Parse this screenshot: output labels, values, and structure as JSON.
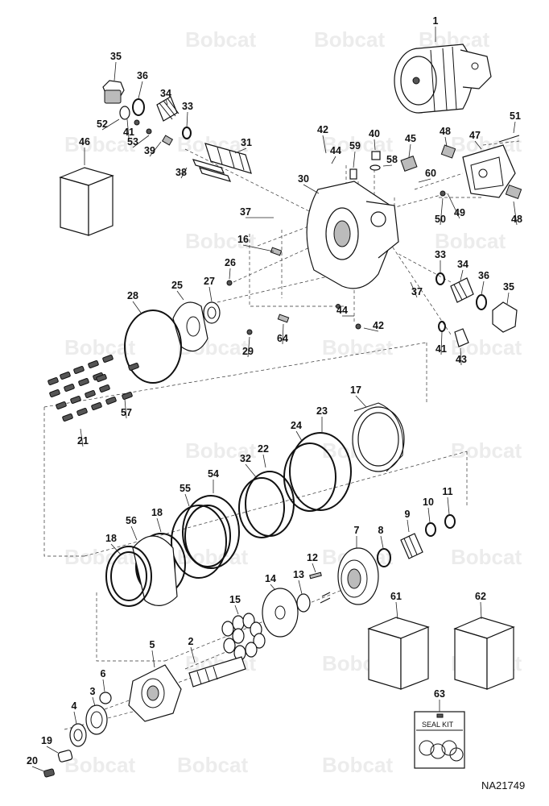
{
  "watermark": "Bobcat",
  "drawing_ref": "NA21749",
  "seal_kit_label": "SEAL KIT",
  "callouts": [
    {
      "n": "1"
    },
    {
      "n": "2"
    },
    {
      "n": "3"
    },
    {
      "n": "4"
    },
    {
      "n": "5"
    },
    {
      "n": "6"
    },
    {
      "n": "7"
    },
    {
      "n": "8"
    },
    {
      "n": "9"
    },
    {
      "n": "10"
    },
    {
      "n": "11"
    },
    {
      "n": "12"
    },
    {
      "n": "13"
    },
    {
      "n": "14"
    },
    {
      "n": "15"
    },
    {
      "n": "16"
    },
    {
      "n": "17"
    },
    {
      "n": "18"
    },
    {
      "n": "18"
    },
    {
      "n": "19"
    },
    {
      "n": "20"
    },
    {
      "n": "21"
    },
    {
      "n": "22"
    },
    {
      "n": "23"
    },
    {
      "n": "24"
    },
    {
      "n": "25"
    },
    {
      "n": "26"
    },
    {
      "n": "27"
    },
    {
      "n": "28"
    },
    {
      "n": "29"
    },
    {
      "n": "30"
    },
    {
      "n": "31"
    },
    {
      "n": "32"
    },
    {
      "n": "33"
    },
    {
      "n": "33"
    },
    {
      "n": "34"
    },
    {
      "n": "34"
    },
    {
      "n": "35"
    },
    {
      "n": "35"
    },
    {
      "n": "36"
    },
    {
      "n": "36"
    },
    {
      "n": "37"
    },
    {
      "n": "37"
    },
    {
      "n": "38"
    },
    {
      "n": "39"
    },
    {
      "n": "40"
    },
    {
      "n": "41"
    },
    {
      "n": "41"
    },
    {
      "n": "42"
    },
    {
      "n": "42"
    },
    {
      "n": "43"
    },
    {
      "n": "44"
    },
    {
      "n": "44"
    },
    {
      "n": "45"
    },
    {
      "n": "46"
    },
    {
      "n": "47"
    },
    {
      "n": "48"
    },
    {
      "n": "48"
    },
    {
      "n": "49"
    },
    {
      "n": "50"
    },
    {
      "n": "51"
    },
    {
      "n": "52"
    },
    {
      "n": "53"
    },
    {
      "n": "54"
    },
    {
      "n": "55"
    },
    {
      "n": "56"
    },
    {
      "n": "57"
    },
    {
      "n": "58"
    },
    {
      "n": "59"
    },
    {
      "n": "60"
    },
    {
      "n": "61"
    },
    {
      "n": "62"
    },
    {
      "n": "63"
    },
    {
      "n": "64"
    }
  ]
}
